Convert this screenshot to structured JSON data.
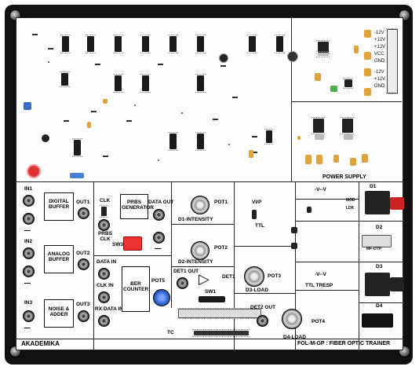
{
  "sections": {
    "power_supply": "POWER SUPPLY"
  },
  "footer": {
    "brand": "AKADEMIKA",
    "model": "FOL-M-GP : FIBER OPTIC TRAINER"
  },
  "power_labels": [
    "-12V",
    "+12V",
    "+12V",
    "VCC",
    "GND",
    "-12V",
    "+12V",
    "GND"
  ],
  "inputs": {
    "in1": "IN1",
    "in2": "IN2",
    "in3": "IN3"
  },
  "blocks": {
    "digital_buffer": "DIGITAL BUFFER",
    "analog_buffer": "ANALOG BUFFER",
    "noise_adder": "NOISE & ADDER",
    "prbs_generator": "PRBS GENERATOR",
    "ber_counter": "BER COUNTER"
  },
  "outputs": {
    "out1": "OUT1",
    "out2": "OUT2",
    "out3": "OUT3",
    "data_out": "DATA OUT",
    "det1_out": "DET1 OUT",
    "det2_out": "DET2 OUT"
  },
  "prbs": {
    "clk": "CLK",
    "prbs_clk": "PRBS CLK",
    "sw": "SW3"
  },
  "ber": {
    "data_in": "DATA IN",
    "clk_in": "CLK IN",
    "rx_data_in": "RX DATA IN"
  },
  "pots": {
    "pot1": "POT1",
    "pot2": "POT2",
    "pot3": "POT3",
    "pot4": "POT4",
    "pot5": "POT5"
  },
  "intensity": {
    "d1": "D1-INTENSITY",
    "d2": "D2-INTENSITY"
  },
  "loads": {
    "d3": "D3-LOAD",
    "d4": "D4-LOAD"
  },
  "misc": {
    "vi_p": "VI/P",
    "ttl": "TTL",
    "det1": "DET1",
    "sw1": "SW1",
    "tc": "TC",
    "minus_vc": "-V--V",
    "ttl_resp": "TTL TRESP",
    "d1": "D1",
    "d2": "D2",
    "d3": "D3",
    "d4": "D4",
    "mod": "MOD",
    "ldk": "LDK",
    "mfotp": "MF-OTP"
  }
}
